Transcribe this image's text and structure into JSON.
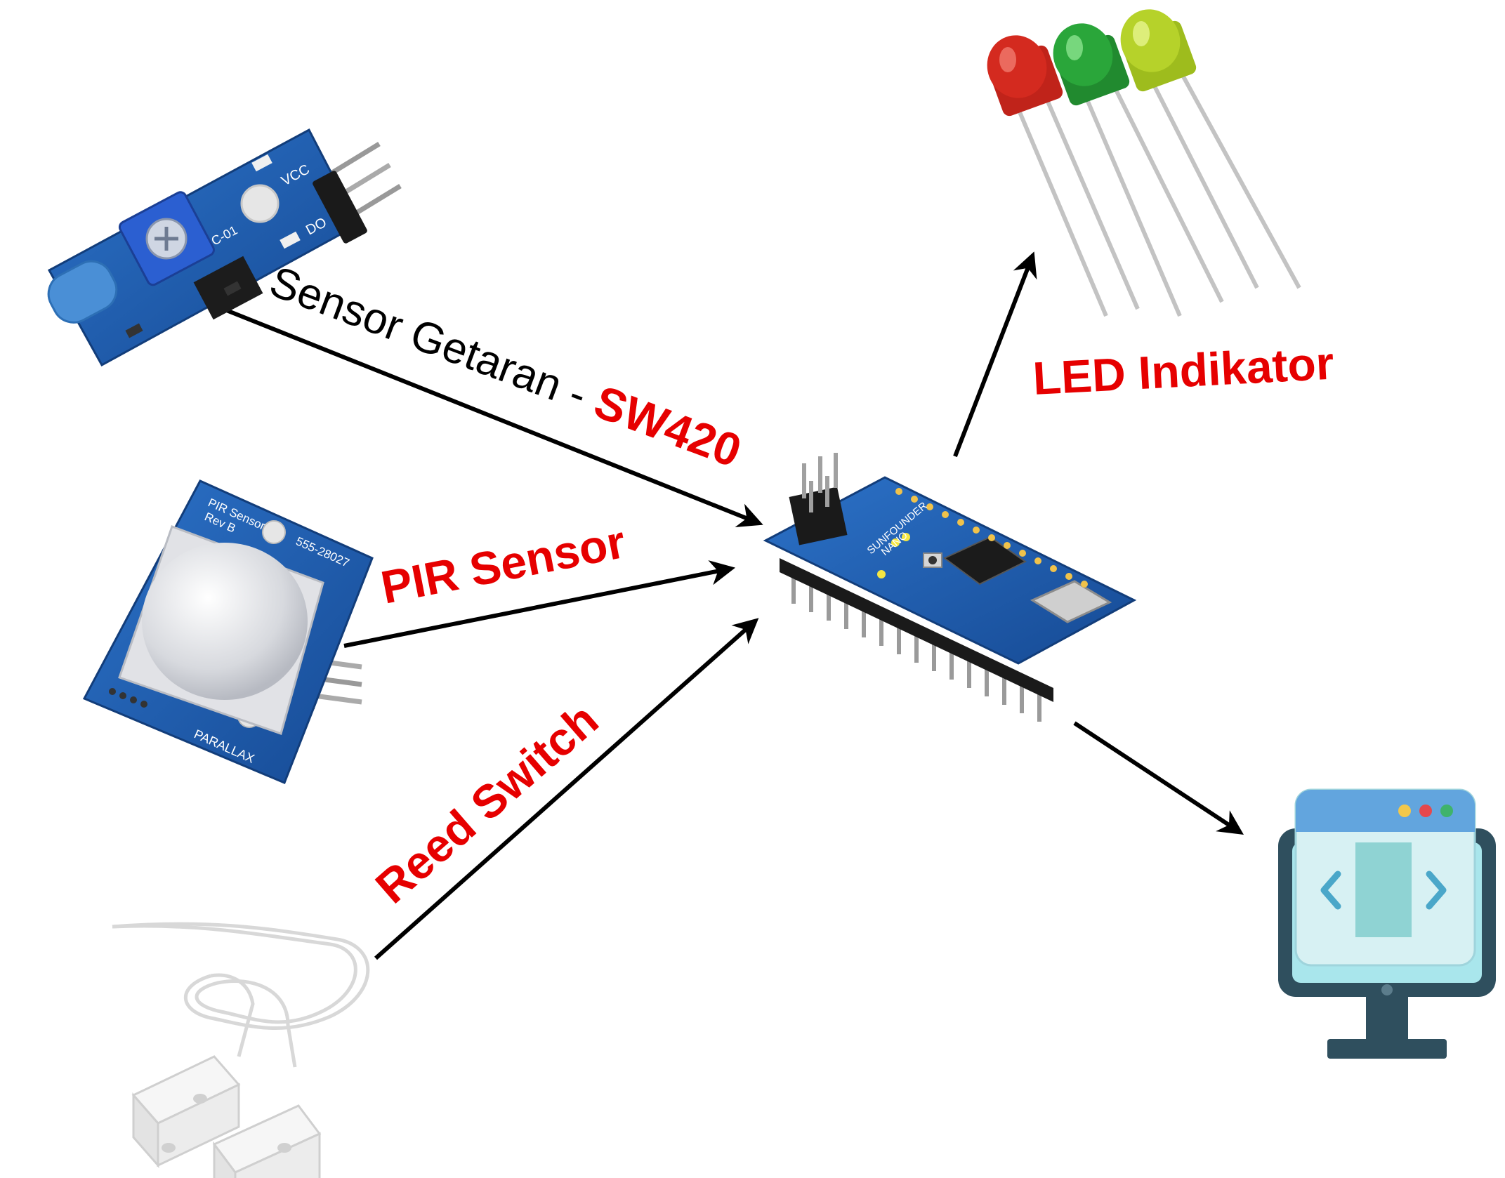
{
  "labels": {
    "vibration_prefix": "Sensor Getaran - ",
    "vibration_model": "SW420",
    "pir": "PIR Sensor",
    "reed": "Reed Switch",
    "led": "LED Indikator"
  },
  "components": {
    "vibration_module": {
      "silk_vcc": "VCC",
      "silk_do": "DO",
      "silk_ic": "C-01"
    },
    "pir_module": {
      "silk_title": "PIR Sensor",
      "silk_rev": "Rev B",
      "silk_part": "555-28027",
      "silk_brand": "PARALLAX"
    },
    "arduino_nano": {
      "silk_brand": "SUNFOUNDER",
      "silk_model": "NANO"
    }
  },
  "colors": {
    "label_red": "#e60000",
    "arrow": "#000000",
    "pcb_blue": "#1f5fb0",
    "led_red": "#d42a1f",
    "led_green": "#2aa63a",
    "led_yellow": "#b6d22a",
    "monitor_dark": "#2f4f5e",
    "monitor_screen": "#a9e6ec"
  }
}
